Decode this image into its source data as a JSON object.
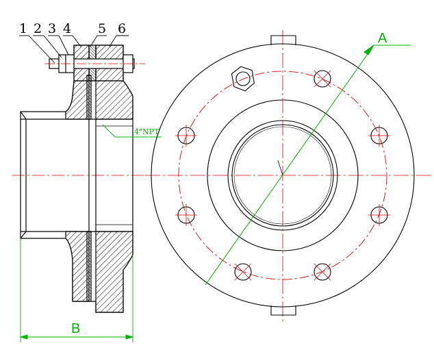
{
  "part_labels": [
    "1",
    "2",
    "3",
    "4",
    "5",
    "6"
  ],
  "section_label_a": "A",
  "dimension_label_b": "B",
  "thread_label": "4\"NPT",
  "colors": {
    "outline": "#000000",
    "centerline": "#e00000",
    "dimension": "#00b400",
    "hatch": "#000000"
  }
}
